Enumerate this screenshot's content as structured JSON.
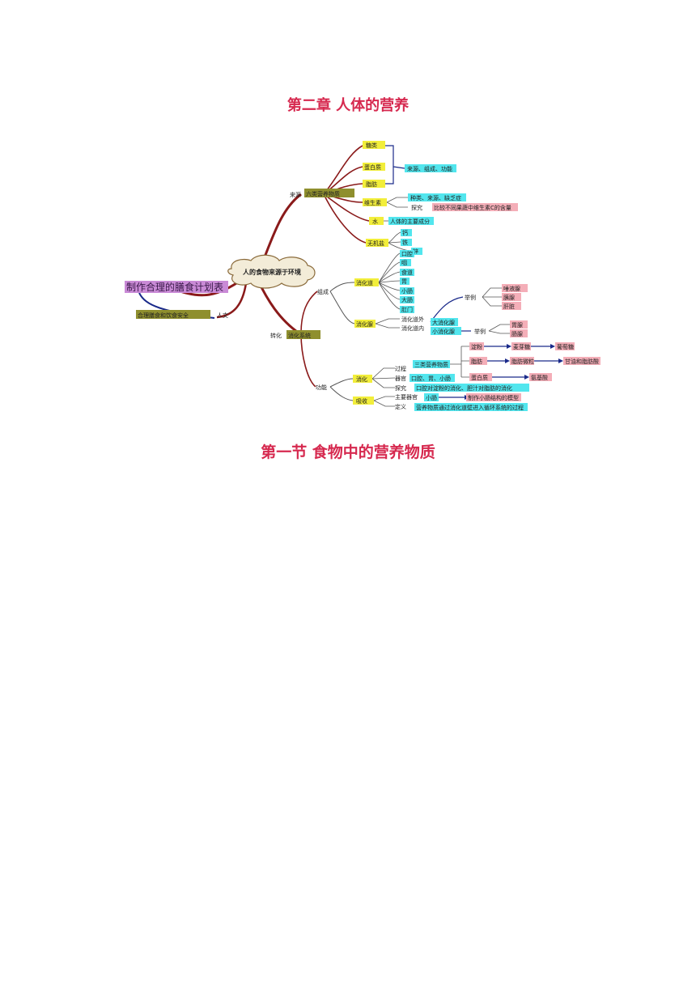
{
  "heading_chapter": "第二章  人体的营养",
  "heading_section": "第一节  食物中的营养物质",
  "mindmap": {
    "center": "人的食物来源于环境",
    "left_main": "制作合理的膳食计划表",
    "left_sub": "合理膳食和饮食安全",
    "left_sub_tag": "人文",
    "source": {
      "tag": "来源",
      "title": "六类营养物质",
      "sugar": "糖类",
      "protein": "蛋白质",
      "fat": "脂肪",
      "sugar_note": "来源、组成、功能",
      "vitamin": "维生素",
      "vitamin_note1": "种类、来源、缺乏症",
      "vitamin_tag2": "探究",
      "vitamin_note2": "比较不同果蔬中维生素C的含量",
      "water": "水",
      "water_note": "人体的主要成分",
      "minerals": "无机盐",
      "mineral_items": [
        "钙",
        "铁",
        "锌"
      ]
    },
    "digest": {
      "tag": "转化",
      "title": "消化系统",
      "compose_tag": "组成",
      "tract": "消化道",
      "tract_items": [
        "口腔",
        "咽",
        "食道",
        "胃",
        "小肠",
        "大肠",
        "肛门"
      ],
      "glands": "消化腺",
      "gland_out": "消化道外",
      "gland_in": "消化道内",
      "big_glands": "大消化腺",
      "small_glands": "小消化腺",
      "examples_tag": "举例",
      "big_examples": [
        "唾液腺",
        "胰腺",
        "肝脏"
      ],
      "small_examples": [
        "胃腺",
        "肠腺"
      ],
      "function_tag": "功能",
      "digestion": "消化",
      "process_tag": "过程",
      "process_note": "三类营养物质",
      "starch": "淀粉",
      "maltose": "麦芽糖",
      "glucose": "葡萄糖",
      "fat_row": "脂肪",
      "fat_droplets": "脂肪微粒",
      "fat_products": "甘油和脂肪酸",
      "protein_row": "蛋白质",
      "amino": "氨基酸",
      "organs_tag": "器官",
      "organs_note": "口腔、胃、小肠",
      "explore_tag": "探究",
      "explore_note": "口腔对淀粉的消化、胆汁对脂肪的消化",
      "absorption": "吸收",
      "main_organ_tag": "主要器官",
      "main_organ": "小肠",
      "model_note": "制作小肠结构的模型",
      "definition_tag": "定义",
      "definition_note": "营养物质通过消化道壁进入循环系统的过程"
    }
  }
}
